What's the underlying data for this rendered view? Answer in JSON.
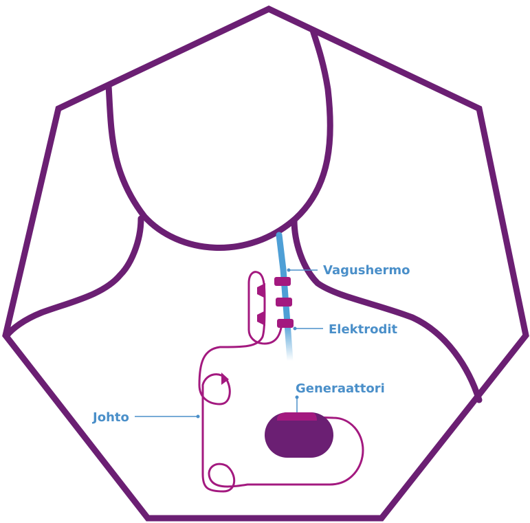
{
  "labels": {
    "vagus_nerve": "Vagushermo",
    "electrodes": "Elektrodit",
    "generator": "Generaattori",
    "lead": "Johto"
  },
  "colors": {
    "outline": "#6b1f73",
    "lead": "#a3197f",
    "nerve": "#4e9fd6",
    "label_text": "#4a8fc9",
    "generator_body": "#6b1f73",
    "generator_header": "#a3197f",
    "background": "#ffffff"
  },
  "icons": {
    "diagram": "vns-implant-diagram"
  }
}
